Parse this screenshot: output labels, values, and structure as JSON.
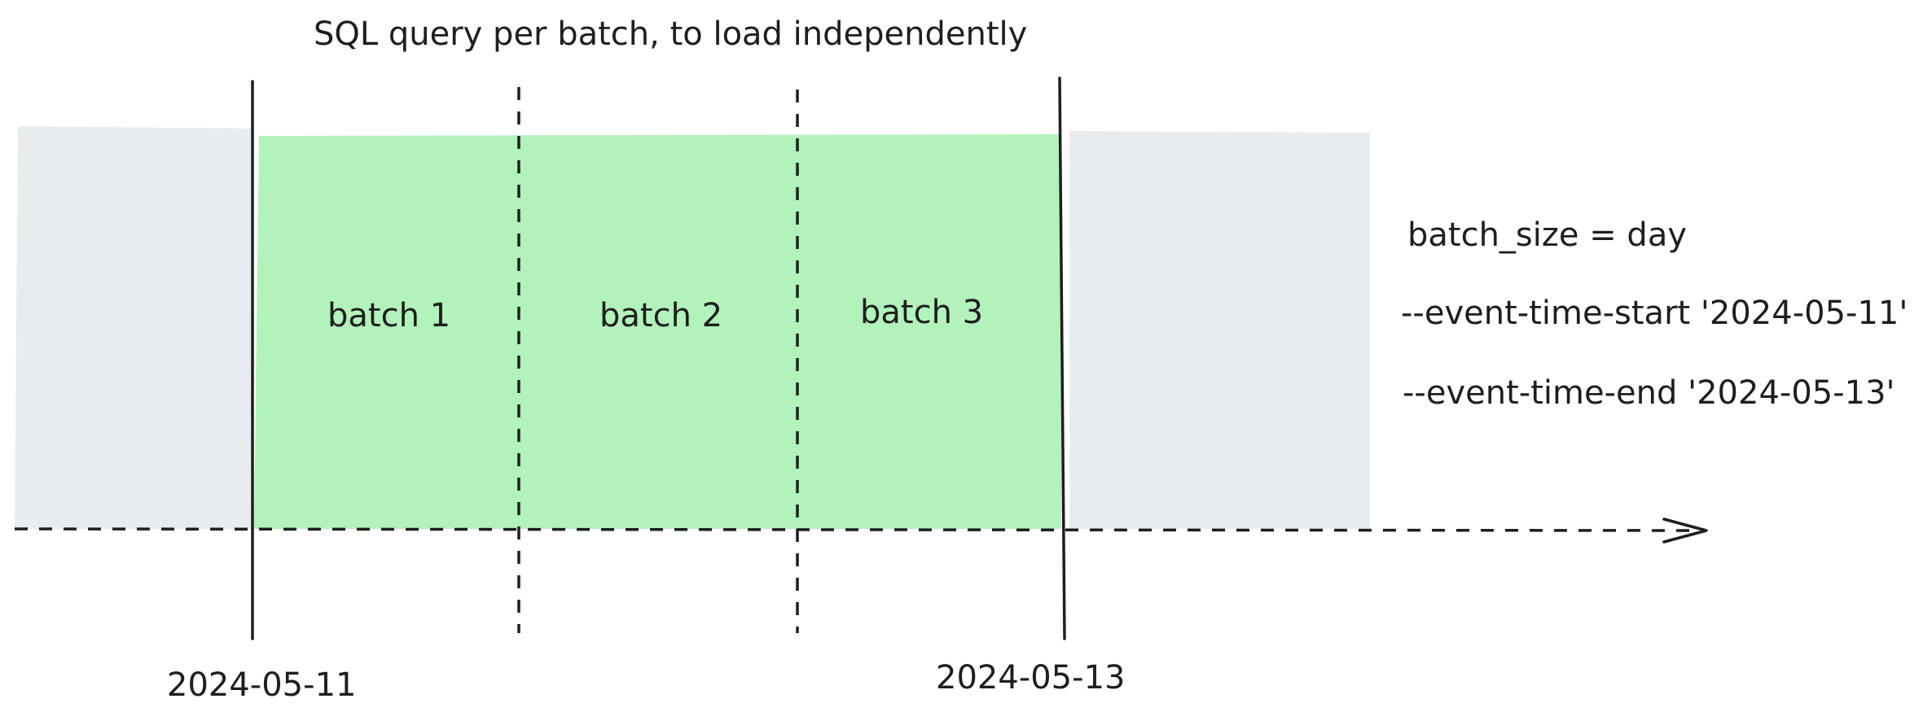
{
  "diagram": {
    "title": "SQL query per batch, to load independently",
    "batches": [
      {
        "label": "batch 1"
      },
      {
        "label": "batch 2"
      },
      {
        "label": "batch 3"
      }
    ],
    "params": {
      "batch_size": "batch_size = day",
      "event_time_start": "--event-time-start '2024-05-11'",
      "event_time_end": "--event-time-end '2024-05-13'"
    },
    "dates": {
      "start": "2024-05-11",
      "end": "2024-05-13"
    },
    "colors": {
      "batch_fill": "#b2f2bb",
      "outside_fill": "#e9ecef",
      "stroke": "#1e1e1e"
    }
  }
}
